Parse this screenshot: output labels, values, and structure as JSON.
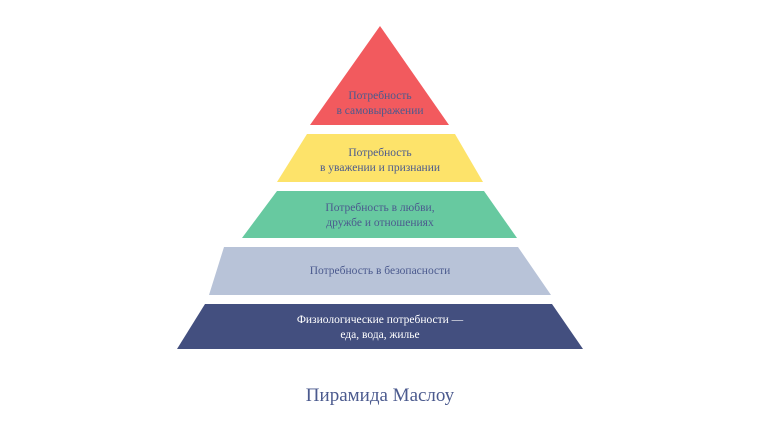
{
  "diagram": {
    "title": "Пирамида Маслоу",
    "type": "pyramid",
    "layers": [
      {
        "level": 5,
        "line1": "Потребность",
        "line2": "в самовыражении",
        "color": "#F25A5E",
        "text_color": "#4B5A8E"
      },
      {
        "level": 4,
        "line1": "Потребность",
        "line2": "в уважении и признании",
        "color": "#FDE36A",
        "text_color": "#4B5A8E"
      },
      {
        "level": 3,
        "line1": "Потребность в любви,",
        "line2": "дружбе и отношениях",
        "color": "#67C9A0",
        "text_color": "#4B5A8E"
      },
      {
        "level": 2,
        "line1": "Потребность в безопасности",
        "line2": "",
        "color": "#B8C3D8",
        "text_color": "#4B5A8E"
      },
      {
        "level": 1,
        "line1": "Физиологические потребности —",
        "line2": "еда, вода, жилье",
        "color": "#434F7F",
        "text_color": "#FFFFFF"
      }
    ]
  }
}
